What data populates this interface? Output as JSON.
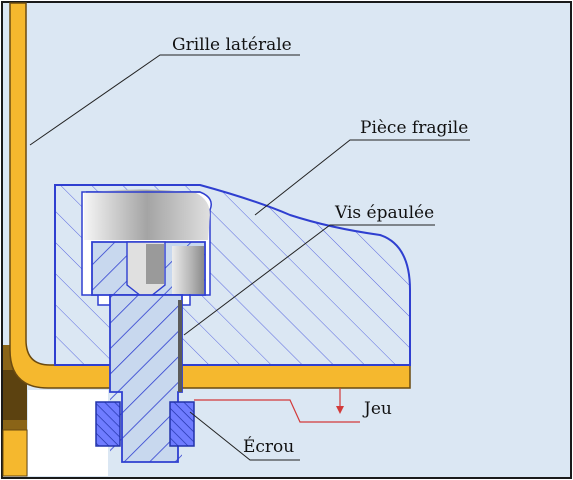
{
  "diagram": {
    "labels": {
      "grille": "Grille latérale",
      "piece": "Pièce fragile",
      "vis": "Vis épaulée",
      "jeu": "Jeu",
      "ecrou": "Écrou"
    }
  },
  "colors": {
    "background": "#dbe7f3",
    "frame": "#1a1a1a",
    "grille_fill": "#f5b82e",
    "grille_stroke": "#6b4a10",
    "piece_stroke": "#2f3fd0",
    "hatch": "#4a5be0",
    "screw_fill": "#c8d8ee",
    "nut_fill": "#6f7cff",
    "jeu_line": "#d23a3a"
  }
}
